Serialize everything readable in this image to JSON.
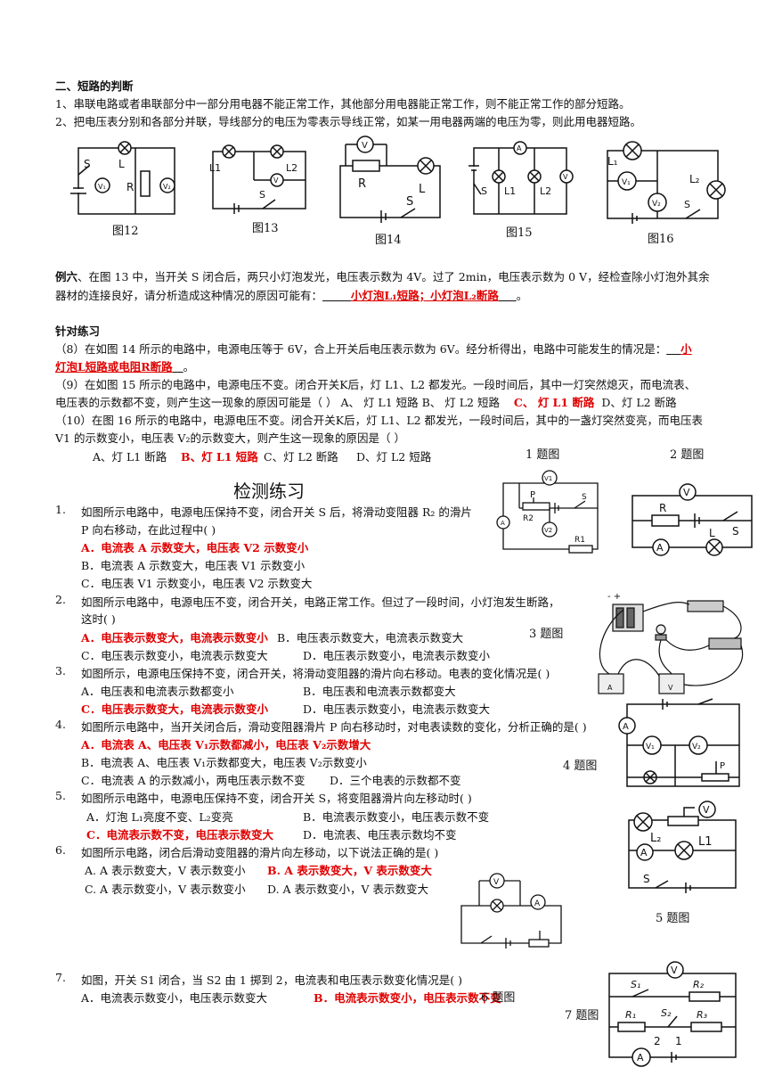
{
  "section2": {
    "heading": "二、短路的判断",
    "rule1": "1、串联电路或者串联部分中一部分用电器不能正常工作，其他部分用电器能正常工作，则不能正常工作的部分短路。",
    "rule2": "2、把电压表分别和各部分并联，导线部分的电压为零表示导线正常，如某一用电器两端的电压为零，则此用电器短路。"
  },
  "figures_top": {
    "fig12": "图12",
    "fig13": "图13",
    "fig14": "图14",
    "fig15": "图15",
    "fig16": "图16"
  },
  "example6": {
    "label": "例六",
    "line1": "、在图 13 中，当开关 S 闭合后，两只小灯泡发光，电压表示数为 4V。过了 2min，电压表示数为 0 V，经检查除小灯泡外其余",
    "line2": "器材的连接良好，请分析造成这种情况的原因可能有：",
    "answer": "小灯泡L₁短路；小灯泡L₂断路",
    "end": "。"
  },
  "practice": {
    "heading": "针对练习",
    "q8_line1": "（8）在如图 14 所示的电路中，电源电压等于 6V，合上开关后电压表示数为 6V。经分析得出，电路中可能发生的情况是：",
    "q8_ans1": "小",
    "q8_ans2": "灯泡L短路或电阻R断路",
    "q8_end": "。",
    "q9_line1": "（9）在如图 15 所示的电路中，电源电压不变。闭合开关K后，灯 L1、L2 都发光。一段时间后，其中一灯突然熄灭，而电流表、",
    "q9_line2a": "电压表的示数都不变，则产生这一现象的原因可能是（      ）  A、 灯 L1 短路    B、  灯 L2 短路",
    "q9_ans": "C、 灯 L1 断路",
    "q9_line2b": "D、灯 L2 断路",
    "q10_line1": "（10）在图 16 所示的电路中，电源电压不变。闭合开关K后，灯 L1、L2 都发光，一段时间后，其中的一盏灯突然变亮，而电压表",
    "q10_line2": "V1 的示数变小，电压表 V₂的示数变大，则产生这一现象的原因是（      ）",
    "q10_A": "A、灯 L1 断路",
    "q10_B": "B、灯 L1 短路",
    "q10_C": "C、灯 L2 断路",
    "q10_D": "D、灯 L2 短路"
  },
  "test": {
    "heading": "检测练习",
    "fig_labels": {
      "f1": "1 题图",
      "f2": "2 题图",
      "f3": "3 题图",
      "f4": "4 题图",
      "f5": "5 题图",
      "f7": "7 题图"
    },
    "q1": {
      "num": "1.",
      "stem1": "如图所示电路中，电源电压保持不变，闭合开关 S 后，将滑动变阻器 R₂ 的滑片",
      "stem2": "P 向右移动，在此过程中(      )",
      "A": "A．电流表 A 示数变大，电压表 V2 示数变小",
      "B": "B．电流表 A 示数变大，电压表 V1 示数变小",
      "C": "C．电压表 V1 示数变小，电压表 V2 示数变大"
    },
    "q2": {
      "num": "2.",
      "stem1": "如图所示电路中，电源电压不变，闭合开关，电路正常工作。但过了一段时间，小灯泡发生断路，",
      "stem2": "这时(      )",
      "A": "A．电压表示数变大，电流表示数变小",
      "B": "B．电压表示数变大，电流表示数变大",
      "C": "C．电压表示数变小，电流表示数变大",
      "D": "D．电压表示数变小，电流表示数变小"
    },
    "q3": {
      "num": "3.",
      "stem": "如图所示，电源电压保持不变，闭合开关，将滑动变阻器的滑片向右移动。电表的变化情况是(      )",
      "A": "A．电压表和电流表示数都变小",
      "B": "B．电压表和电流表示数都变大",
      "C": "C．电压表示数变大，电流表示数变小",
      "D": "D．电压表示数变小，电流表示数变大"
    },
    "q4": {
      "num": "4.",
      "stem": "如图所示电路中，当开关闭合后，滑动变阻器滑片 P 向右移动时，对电表读数的变化，分析正确的是(      )",
      "A": "A．电流表 A、电压表 V₁示数都减小，电压表 V₂示数增大",
      "B": "B．电流表 A、电压表 V₁示数都变大，电压表 V₂示数变小",
      "C": "C．电流表 A 的示数减小，两电压表示数不变",
      "D": "D．三个电表的示数都不变"
    },
    "q5": {
      "num": "5.",
      "stem": "如图所示电路中，电源电压保持不变，闭合开关 S，将变阻器滑片向左移动时(      )",
      "A": "A．灯泡 L₁亮度不变、L₂变亮",
      "B": "B．电流表示数变小，电压表示数不变",
      "C": "C．电流表示数不变，电压表示数变大",
      "D": "D．电流表、电压表示数均不变"
    },
    "q6": {
      "num": "6.",
      "stem": "如图所示电路，闭合后滑动变阻器的滑片向左移动，以下说法正确的是(      )",
      "A": "A. A 表示数变大，V 表示数变小",
      "B": "B. A 表示数变大，V 表示数变大",
      "C": "C. A 表示数变小，V 表示数变小",
      "D": "D. A 表示数变小，V 表示数变大"
    },
    "q7": {
      "num": "7.",
      "stem": "如图，开关 S1 闭合，当 S2 由 1 掷到 2，电流表和电压表示数变化情况是(      )",
      "A": "A．电流表示数变小，电压表示数变大",
      "B": "B．电流表示数变小，电压表示数不变",
      "tail": "6 题图"
    }
  }
}
